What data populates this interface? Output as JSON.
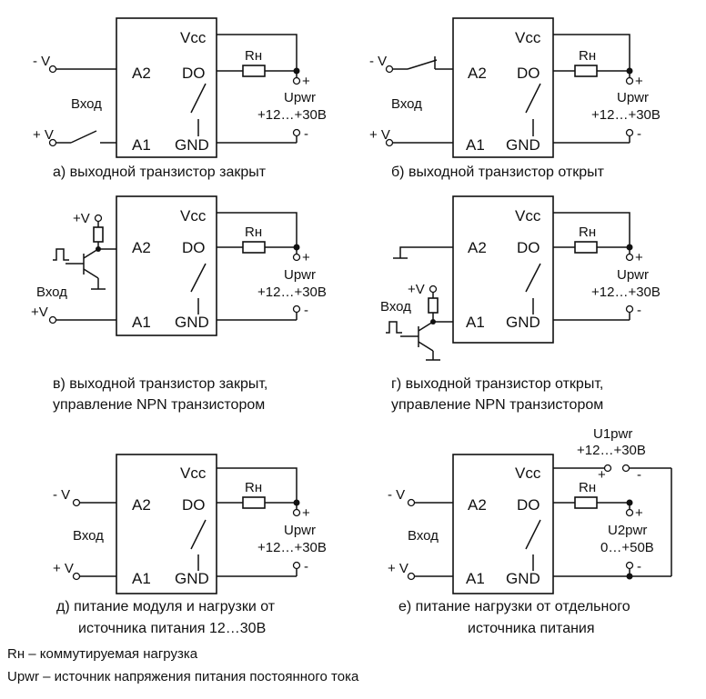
{
  "module": {
    "vcc": "Vcc",
    "a2": "A2",
    "a1": "A1",
    "do": "DO",
    "gnd": "GND"
  },
  "labels": {
    "load": "Rн",
    "supply": "Upwr",
    "supply_range": "+12…+30В",
    "input": "Вход",
    "minus_v": "- V",
    "plus_v": "+ V",
    "plus_v_tight": "+V",
    "plus": "+",
    "minus": "-"
  },
  "diagrams": [
    {
      "caption": [
        "а) выходной транзистор закрыт"
      ]
    },
    {
      "caption": [
        "б) выходной транзистор открыт"
      ]
    },
    {
      "caption": [
        "в) выходной транзистор закрыт,",
        "управление NPN транзистором"
      ]
    },
    {
      "caption": [
        "г) выходной транзистор открыт,",
        "управление NPN транзистором"
      ]
    },
    {
      "caption": [
        "д) питание модуля и нагрузки от",
        "источника питания 12…30В"
      ]
    },
    {
      "caption": [
        "е) питание нагрузки от отдельного",
        "источника питания"
      ]
    }
  ],
  "separate_supply": {
    "u1_name": "U1pwr",
    "u1_range": "+12…+30В",
    "u2_name": "U2pwr",
    "u2_range": "0…+50В"
  },
  "notes": [
    "Rн – коммутируемая нагрузка",
    "Upwr – источник напряжения питания постоянного тока"
  ]
}
